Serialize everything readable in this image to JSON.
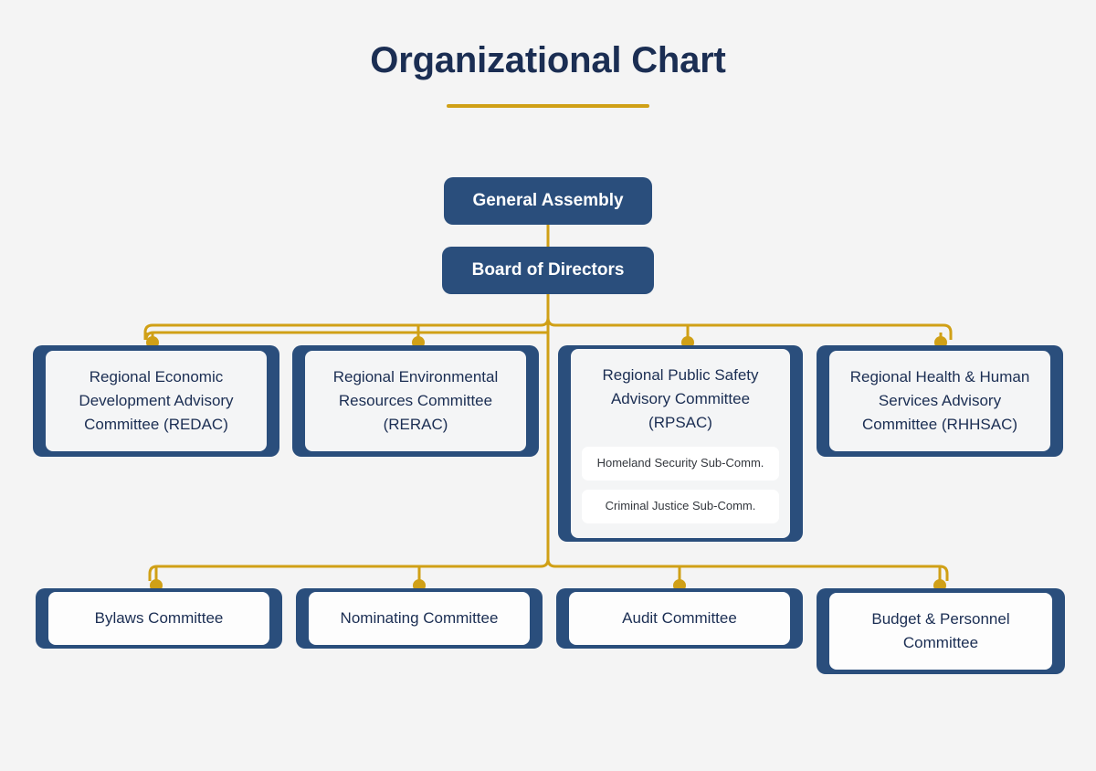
{
  "header": {
    "title": "Organizational Chart"
  },
  "colors": {
    "background": "#f4f4f4",
    "navy": "#2a4e7c",
    "navy_text": "#1b2e53",
    "gold": "#d0a016",
    "card": "#f4f5f6",
    "card_bright": "#fdfdfd",
    "pill": "#ffffff"
  },
  "chart_data": {
    "type": "diagram",
    "title": "Organizational Chart",
    "orientation": "top-down",
    "levels": [
      {
        "level": 1,
        "nodes": [
          {
            "id": "general-assembly",
            "label": "General Assembly",
            "style": "solid-navy"
          }
        ]
      },
      {
        "level": 2,
        "nodes": [
          {
            "id": "board-of-directors",
            "label": "Board of Directors",
            "style": "solid-navy"
          }
        ]
      },
      {
        "level": 3,
        "group": "advisory-committees",
        "nodes": [
          {
            "id": "redac",
            "label": "Regional Economic Development Advisory Committee (REDAC)",
            "style": "framed-card",
            "children": []
          },
          {
            "id": "rerac",
            "label": "Regional Environmental Resources Committee (RERAC)",
            "style": "framed-card",
            "children": []
          },
          {
            "id": "rpsac",
            "label": "Regional Public Safety Advisory Committee (RPSAC)",
            "style": "framed-card",
            "children": [
              {
                "id": "homeland-security-sub-comm",
                "label": "Homeland Security Sub-Comm."
              },
              {
                "id": "criminal-justice-sub-comm",
                "label": "Criminal Justice Sub-Comm."
              }
            ]
          },
          {
            "id": "rhhsac",
            "label": "Regional Health & Human Services Advisory Committee (RHHSAC)",
            "style": "framed-card",
            "children": []
          }
        ]
      },
      {
        "level": 4,
        "group": "standing-committees",
        "nodes": [
          {
            "id": "bylaws",
            "label": "Bylaws Committee",
            "style": "framed-card",
            "children": []
          },
          {
            "id": "nominating",
            "label": "Nominating Committee",
            "style": "framed-card",
            "children": []
          },
          {
            "id": "audit",
            "label": "Audit Committee",
            "style": "framed-card",
            "children": []
          },
          {
            "id": "budget-personnel",
            "label": "Budget & Personnel Committee",
            "style": "framed-card",
            "children": []
          }
        ]
      }
    ],
    "edges": [
      {
        "from": "general-assembly",
        "to": "board-of-directors"
      },
      {
        "from": "board-of-directors",
        "to": "redac"
      },
      {
        "from": "board-of-directors",
        "to": "rerac"
      },
      {
        "from": "board-of-directors",
        "to": "rpsac"
      },
      {
        "from": "board-of-directors",
        "to": "rhhsac"
      },
      {
        "from": "board-of-directors",
        "to": "bylaws"
      },
      {
        "from": "board-of-directors",
        "to": "nominating"
      },
      {
        "from": "board-of-directors",
        "to": "audit"
      },
      {
        "from": "board-of-directors",
        "to": "budget-personnel"
      }
    ]
  },
  "nodes": {
    "general_assembly": {
      "label": "General Assembly"
    },
    "board_of_directors": {
      "label": "Board of Directors"
    },
    "redac": {
      "label": "Regional Economic Development Advisory Committee (REDAC)"
    },
    "rerac": {
      "label": "Regional Environmental Resources Committee (RERAC)"
    },
    "rpsac": {
      "label": "Regional Public Safety Advisory Committee (RPSAC)",
      "sub": [
        {
          "label": "Homeland Security Sub-Comm."
        },
        {
          "label": "Criminal Justice Sub-Comm."
        }
      ]
    },
    "rhhsac": {
      "label": "Regional Health & Human Services Advisory Committee (RHHSAC)"
    },
    "bylaws": {
      "label": "Bylaws Committee"
    },
    "nominating": {
      "label": "Nominating Committee"
    },
    "audit": {
      "label": "Audit Committee"
    },
    "budget_personnel": {
      "label": "Budget & Personnel Committee"
    }
  }
}
